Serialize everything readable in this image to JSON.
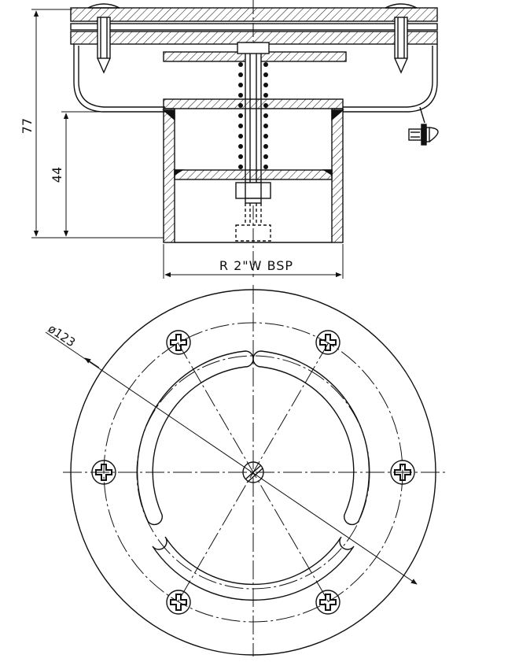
{
  "dimensions": {
    "overall_height": "77",
    "body_height": "44",
    "thread": "R 2\"W BSP",
    "diameter": "ø123"
  },
  "colors": {
    "line": "#111111",
    "background": "#ffffff"
  },
  "icons": {
    "screw_head": "phillips-screw-icon"
  }
}
